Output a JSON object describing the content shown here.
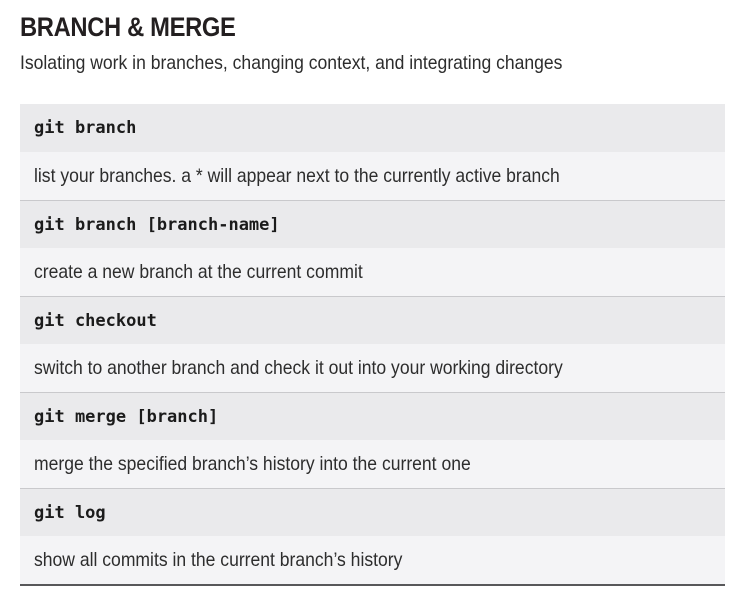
{
  "header": {
    "title": "BRANCH & MERGE",
    "subtitle": "Isolating work in branches, changing context, and integrating changes"
  },
  "colors": {
    "command_row_bg": "#eaeaec",
    "description_row_bg": "#f4f4f6",
    "separator": "#c9c9cc",
    "bottom_border": "#58585a",
    "text": "#2d2d2d",
    "title_text": "#231f20",
    "command_text": "#1b1b1b",
    "page_bg": "#ffffff"
  },
  "commands": [
    {
      "command": "git branch",
      "description": "list your branches. a * will appear next to the currently active branch"
    },
    {
      "command": "git branch [branch-name]",
      "description": "create a new branch at the current commit"
    },
    {
      "command": "git checkout",
      "description": "switch to another branch and check it out into your working directory"
    },
    {
      "command": "git merge [branch]",
      "description": "merge the specified branch’s history into the current one"
    },
    {
      "command": "git log",
      "description": "show all commits in the current branch’s history"
    }
  ]
}
